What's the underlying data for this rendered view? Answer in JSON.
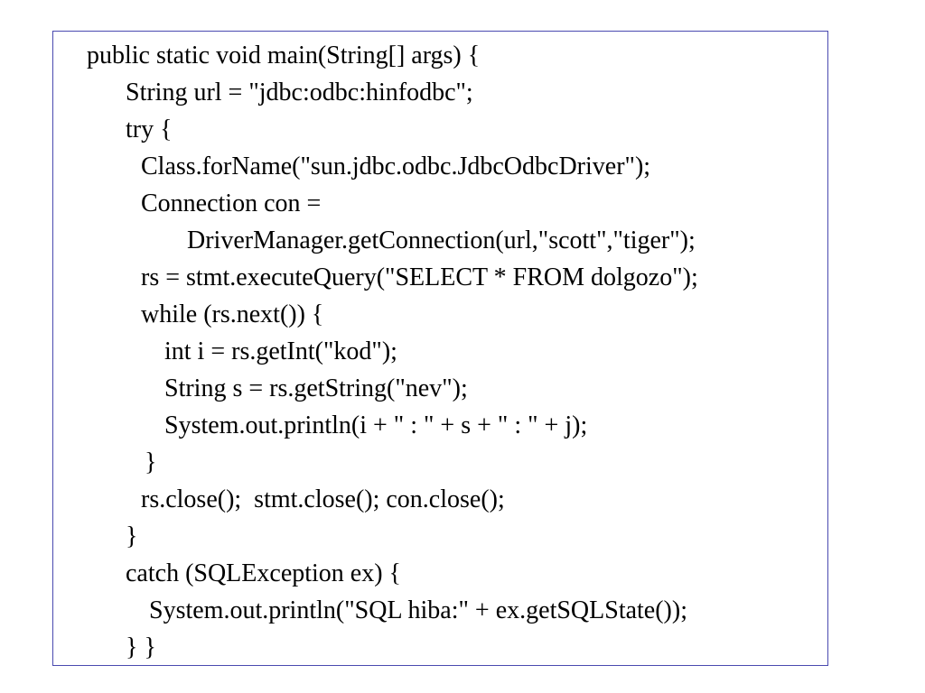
{
  "code_lines": [
    "public static void main(String[] args) {",
    "String url = \"jdbc:odbc:hinfodbc\";",
    "try {",
    "Class.forName(\"sun.jdbc.odbc.JdbcOdbcDriver\");",
    "Connection con =",
    "DriverManager.getConnection(url,\"scott\",\"tiger\");",
    "rs = stmt.executeQuery(\"SELECT * FROM dolgozo\");",
    "while (rs.next()) {",
    "int i = rs.getInt(\"kod\");",
    "String s = rs.getString(\"nev\");",
    "System.out.println(i + \" : \" + s + \" : \" + j);",
    "}",
    "rs.close();  stmt.close(); con.close();",
    "}",
    "catch (SQLException ex) {",
    "System.out.println(\"SQL hiba:\" + ex.getSQLState());",
    "} }"
  ]
}
